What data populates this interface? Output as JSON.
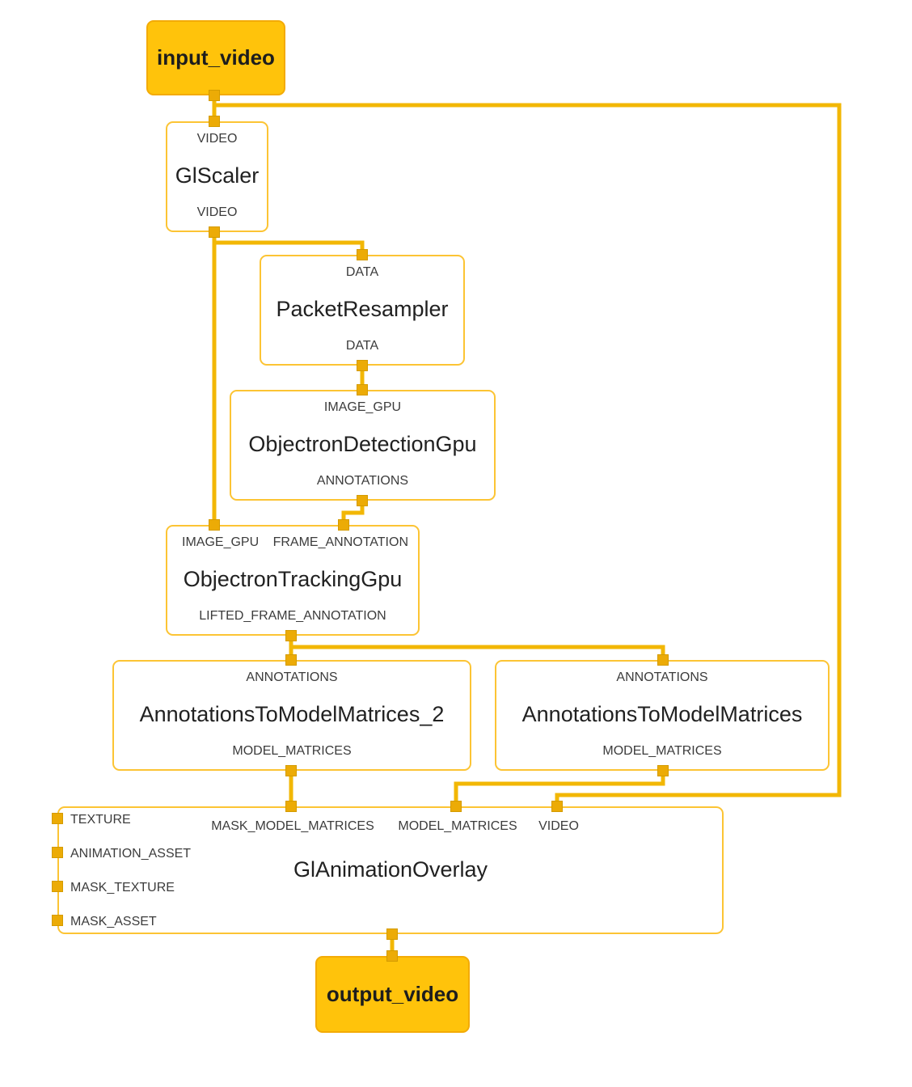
{
  "colors": {
    "edge": "#F2B705",
    "port_square": "#ECAB06",
    "terminal_fill": "#FFC30B",
    "node_border": "#FCC434",
    "title_text": "#212121",
    "port_text": "#3C3C3C"
  },
  "nodes": {
    "input_video": {
      "label": "input_video"
    },
    "gl_scaler": {
      "label": "GlScaler",
      "input": "VIDEO",
      "output": "VIDEO"
    },
    "packet_resampler": {
      "label": "PacketResampler",
      "input": "DATA",
      "output": "DATA"
    },
    "objectron_detection_gpu": {
      "label": "ObjectronDetectionGpu",
      "input": "IMAGE_GPU",
      "output": "ANNOTATIONS"
    },
    "objectron_tracking_gpu": {
      "label": "ObjectronTrackingGpu",
      "input_left": "IMAGE_GPU",
      "input_right": "FRAME_ANNOTATION",
      "output": "LIFTED_FRAME_ANNOTATION"
    },
    "annotations_to_model_matrices_2": {
      "label": "AnnotationsToModelMatrices_2",
      "input": "ANNOTATIONS",
      "output": "MODEL_MATRICES"
    },
    "annotations_to_model_matrices": {
      "label": "AnnotationsToModelMatrices",
      "input": "ANNOTATIONS",
      "output": "MODEL_MATRICES"
    },
    "gl_animation_overlay": {
      "label": "GlAnimationOverlay",
      "side_ports": [
        "TEXTURE",
        "ANIMATION_ASSET",
        "MASK_TEXTURE",
        "MASK_ASSET"
      ],
      "top_ports": [
        "MASK_MODEL_MATRICES",
        "MODEL_MATRICES",
        "VIDEO"
      ]
    },
    "output_video": {
      "label": "output_video"
    }
  }
}
